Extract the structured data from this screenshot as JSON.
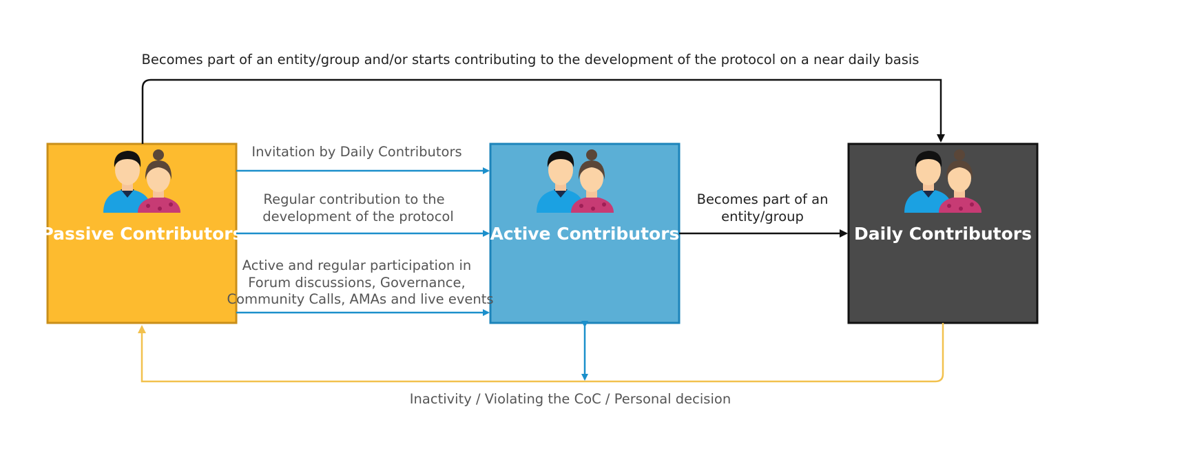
{
  "nodes": {
    "passive": {
      "label": "Passive Contributors",
      "color": "#FDBB2F",
      "border": "#C98F1A"
    },
    "active": {
      "label": "Active Contributors",
      "color": "#5BAFD6",
      "border": "#1D84BA"
    },
    "daily": {
      "label": "Daily Contributors",
      "color": "#4A4A4A",
      "border": "#111111"
    }
  },
  "edges": {
    "top_label": "Becomes part of an entity/group and/or starts contributing to the development of the protocol on a near daily basis",
    "invitation_label": "Invitation by Daily Contributors",
    "regular_label_1": "Regular contribution to the",
    "regular_label_2": "development of the protocol",
    "participation_label_1": "Active and regular participation in",
    "participation_label_2": "Forum discussions, Governance,",
    "participation_label_3": "Community Calls, AMAs and live events",
    "entity_label_1": "Becomes part of an",
    "entity_label_2": "entity/group",
    "bottom_label": "Inactivity / Violating the CoC / Personal decision"
  },
  "colors": {
    "blue_arrow": "#1B8FCB",
    "black_arrow": "#111111",
    "yellow_arrow": "#F2C14E"
  }
}
